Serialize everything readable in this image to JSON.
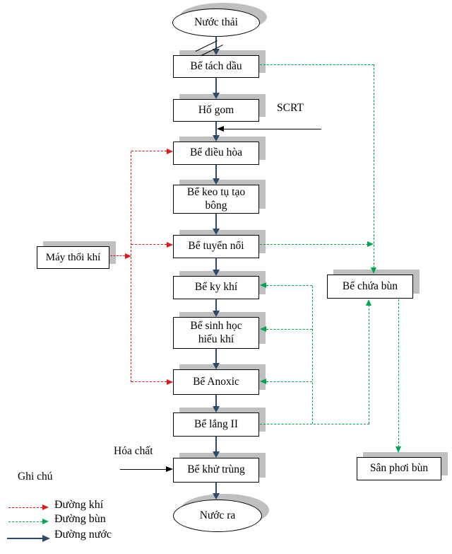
{
  "nodes": {
    "nuoc_thai": "Nước thải",
    "be_tach_dau": "Bể tách dầu",
    "ho_gom": "Hố gom",
    "be_dieu_hoa": "Bể điều hòa",
    "be_keo_tu_tao_bong": "Bể keo tụ tạo bông",
    "be_tuyen_noi": "Bể tuyển nổi",
    "be_ky_khi": "Bể ky khí",
    "be_sinh_hoc_hieu_khi": "Bể sinh học hiếu khí",
    "be_anoxic": "Bể Anoxic",
    "be_lang_ii": "Bể lắng II",
    "be_khu_trung": "Bể khử trùng",
    "nuoc_ra": "Nước ra",
    "may_thoi_khi": "Máy thổi khí",
    "be_chua_bun": "Bể chứa bùn",
    "san_phoi_bun": "Sân phơi bùn"
  },
  "annotations": {
    "scrt": "SCRT",
    "hoa_chat": "Hóa chất"
  },
  "legend": {
    "title": "Ghi chú",
    "items": [
      {
        "id": "air",
        "label": "Đường khí",
        "color": "#e91515",
        "style": "dashed"
      },
      {
        "id": "sludge",
        "label": "Đường bùn",
        "color": "#00a551",
        "style": "dashed"
      },
      {
        "id": "water",
        "label": "Đường nước",
        "color": "#2b4a6d",
        "style": "solid"
      }
    ]
  },
  "colors": {
    "air_line": "#e91515",
    "sludge_line": "#00a551",
    "water_line": "#2b4a6d",
    "node_shadow": "#bfbfbf",
    "node_border": "#000000",
    "background": "#ffffff"
  }
}
